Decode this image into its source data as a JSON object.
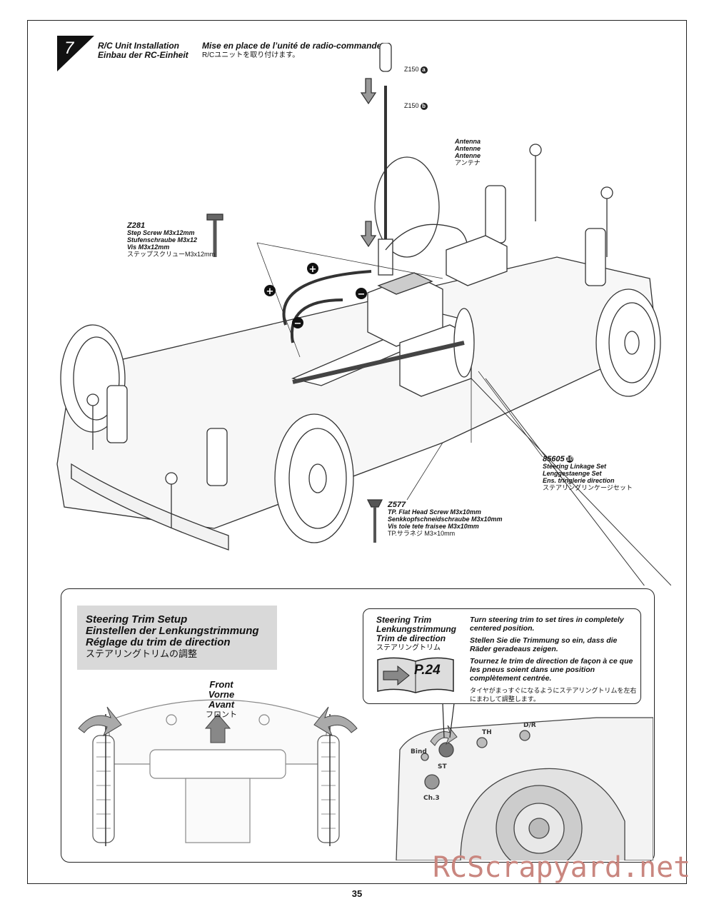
{
  "step": {
    "number": "7",
    "title_en_1": "R/C Unit Installation",
    "title_en_2": "Einbau der RC-Einheit",
    "title_fr": "Mise en place de l’unité de radio-commande",
    "title_jp": "R/Cユニットを取り付けます。"
  },
  "parts": {
    "z150a": {
      "code": "Z150",
      "mark": "a"
    },
    "z150b": {
      "code": "Z150",
      "mark": "b"
    },
    "antenna": {
      "en": "Antenna",
      "de": "Antenne",
      "fr": "Antenne",
      "jp": "アンテナ"
    },
    "z281": {
      "code": "Z281",
      "en": "Step Screw M3x12mm",
      "de": "Stufenschraube M3x12",
      "fr": "Vis M3x12mm",
      "jp": "ステップスクリューM3x12mm"
    },
    "p85605": {
      "code": "85605",
      "mark": "10",
      "en": "Steering Linkage Set",
      "de": "Lenggestaenge Set",
      "fr": "Ens. tringlerie direction",
      "jp": "ステアリングリンケージセット"
    },
    "z577": {
      "code": "Z577",
      "en": "TP. Flat Head Screw M3x10mm",
      "de": "Senkkopfschneidschraube M3x10mm",
      "fr": "Vis tole tete fraisee M3x10mm",
      "jp": "TP.サラネジ M3×10mm"
    }
  },
  "trim_setup": {
    "en": "Steering Trim Setup",
    "de": "Einstellen der Lenkungstrimmung",
    "fr": "Réglage du trim de direction",
    "jp": "ステアリングトリムの調整"
  },
  "callout": {
    "title_en": "Steering Trim",
    "title_de": "Lenkungstrimmung",
    "title_fr": "Trim de direction",
    "title_jp": "ステアリングトリム",
    "page_ref": "P.24",
    "text_en": "Turn steering trim to set tires in completely centered position.",
    "text_de": "Stellen Sie die Trimmung so ein, dass die Räder geradeaus zeigen.",
    "text_fr": "Tournez le trim de direction de façon à ce que les pneus soient dans une position complètement centrée.",
    "text_jp": "タイヤがまっすぐになるようにステアリングトリムを左右にまわして調整します。"
  },
  "front": {
    "en": "Front",
    "de": "Vorne",
    "fr": "Avant",
    "jp": "フロント"
  },
  "polarity": {
    "plus": "+",
    "minus": "−"
  },
  "transmitter": {
    "st": "ST",
    "th": "TH",
    "dr": "D/R",
    "ch3": "Ch.3",
    "bind": "Bind"
  },
  "page_number": "35",
  "watermark": "RCScrapyard.net"
}
